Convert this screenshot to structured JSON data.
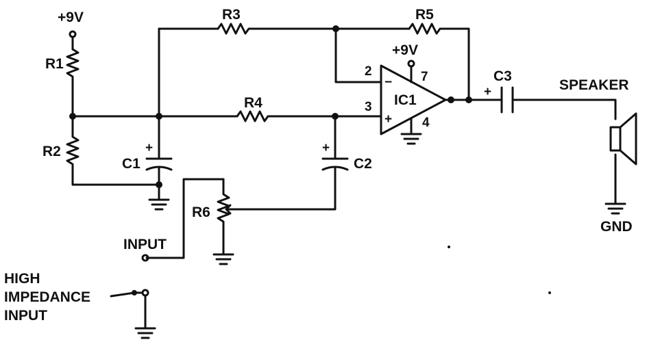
{
  "labels": {
    "supply_top": "+9V",
    "r1": "R1",
    "r2": "R2",
    "r3": "R3",
    "r4": "R4",
    "r5": "R5",
    "r6": "R6",
    "c1": "C1",
    "c2": "C2",
    "c3": "C3",
    "ic_supply": "+9V",
    "ic": "IC1",
    "pin2": "2",
    "pin3": "3",
    "pin4": "4",
    "pin7": "7",
    "speaker": "SPEAKER",
    "gnd": "GND",
    "input": "INPUT",
    "hi_line1": "HIGH",
    "hi_line2": "IMPEDANCE",
    "hi_line3": "INPUT",
    "plus": "+",
    "minus": "−"
  }
}
